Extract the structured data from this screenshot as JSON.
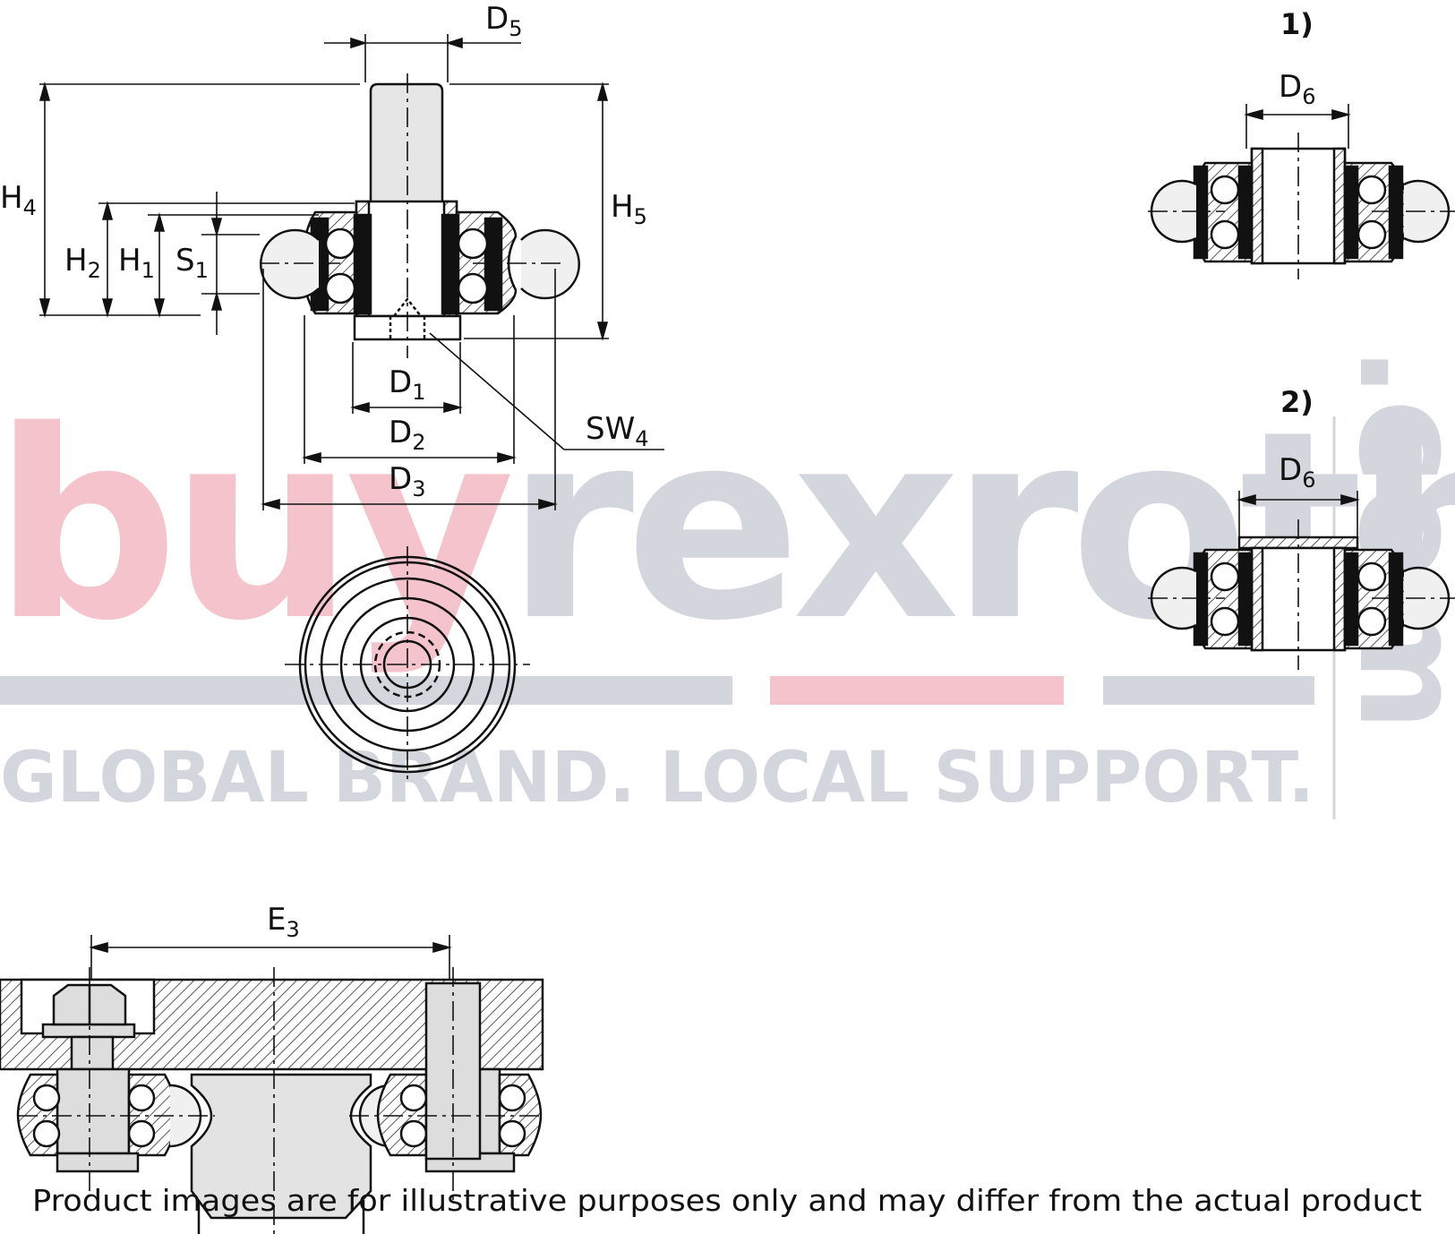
{
  "watermark": {
    "part1": "buy",
    "part2": "rexroth",
    "side": ".com",
    "tagline": "GLOBAL BRAND.  LOCAL SUPPORT.",
    "pink": "#f4c3cc",
    "grey": "#d3d6dd"
  },
  "labels": {
    "d5": {
      "base": "D",
      "sub": "5"
    },
    "h4": {
      "base": "H",
      "sub": "4"
    },
    "h5": {
      "base": "H",
      "sub": "5"
    },
    "h2": {
      "base": "H",
      "sub": "2"
    },
    "h1": {
      "base": "H",
      "sub": "1"
    },
    "s1": {
      "base": "S",
      "sub": "1"
    },
    "d1": {
      "base": "D",
      "sub": "1"
    },
    "d2": {
      "base": "D",
      "sub": "2"
    },
    "d3": {
      "base": "D",
      "sub": "3"
    },
    "sw4": {
      "base": "SW",
      "sub": "4"
    },
    "d6a": {
      "base": "D",
      "sub": "6"
    },
    "d6b": {
      "base": "D",
      "sub": "6"
    },
    "e3": {
      "base": "E",
      "sub": "3"
    },
    "variant1": "1)",
    "variant2": "2)"
  },
  "caption": "Product images are for illustrative purposes only and may differ from the actual product"
}
